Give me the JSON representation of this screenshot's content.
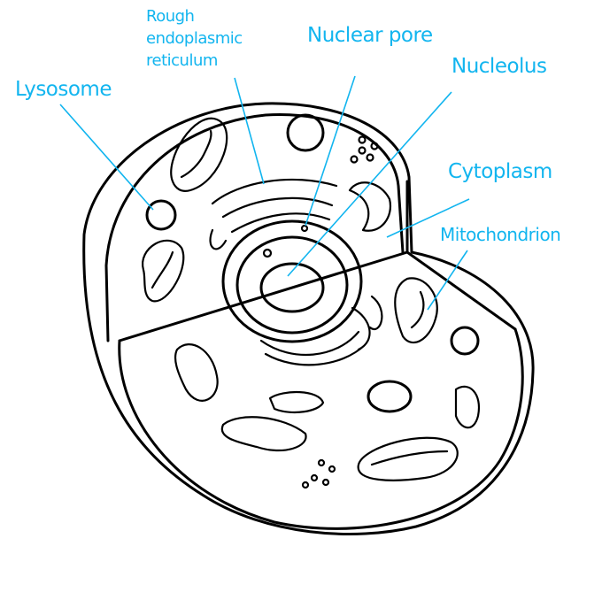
{
  "labels": {
    "lysosome": "Lysosome",
    "rough_er": [
      "Rough",
      "endoplasmic",
      "reticulum"
    ],
    "nuclear_pore": "Nuclear pore",
    "nucleolus": "Nucleolus",
    "cytoplasm": "Cytoplasm",
    "mitochondrion": "Mitochondrion"
  },
  "colors": {
    "label": "#12b5ef",
    "outline": "#000000"
  }
}
